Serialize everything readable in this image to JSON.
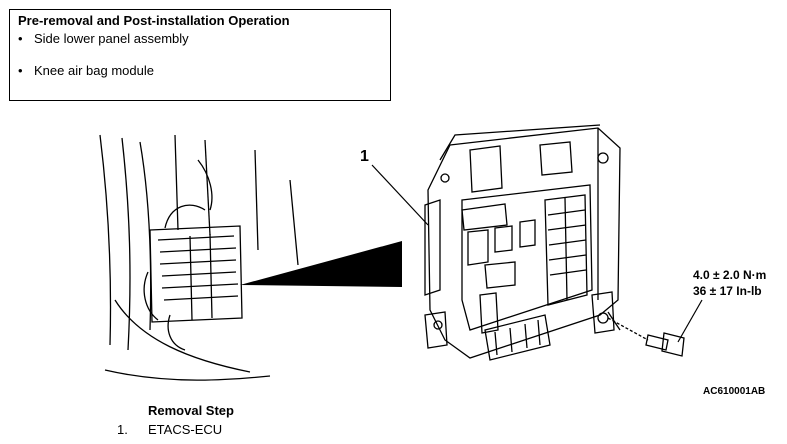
{
  "info_box": {
    "title": "Pre-removal and Post-installation Operation",
    "items": [
      "Side lower panel assembly",
      "Knee air bag module"
    ]
  },
  "figure": {
    "callout": "1",
    "torque_nm": "4.0 ± 2.0 N·m",
    "torque_inlb": "36 ± 17 In-lb",
    "figure_code": "AC610001AB"
  },
  "removal": {
    "title": "Removal Step",
    "steps": [
      {
        "number": "1.",
        "label": "ETACS-ECU"
      }
    ]
  }
}
